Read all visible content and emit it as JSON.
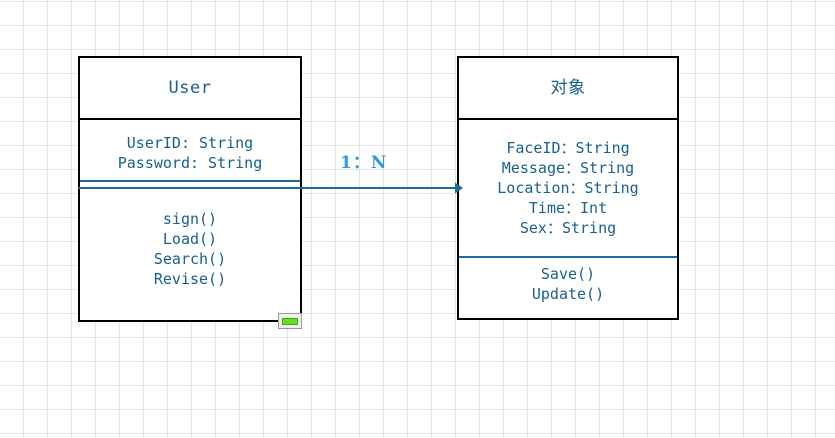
{
  "canvas": {
    "grid_size": 24,
    "grid_color": "#e4e4e4",
    "background": "#ffffff"
  },
  "colors": {
    "text": "#17608f",
    "border": "#000000",
    "divider": "#1f6a9c",
    "connector": "#1f6a9c",
    "relation_label": "#2e9bdc",
    "handle_green": "#66dd22"
  },
  "classes": [
    {
      "id": "user",
      "title": "User",
      "attributes": [
        "UserID: String",
        "Password: String"
      ],
      "methods": [
        "sign()",
        "Load()",
        "Search()",
        "Revise()"
      ]
    },
    {
      "id": "object",
      "title": "对象",
      "attributes": [
        "FaceID：String",
        "Message：String",
        "Location：String",
        "Time：Int",
        "Sex：String"
      ],
      "methods": [
        "Save()",
        "Update()"
      ]
    }
  ],
  "relation": {
    "label": "1：N",
    "from": "user",
    "to": "object",
    "style": "directed-association"
  },
  "handle": {
    "icon": "green-bar-handle"
  }
}
